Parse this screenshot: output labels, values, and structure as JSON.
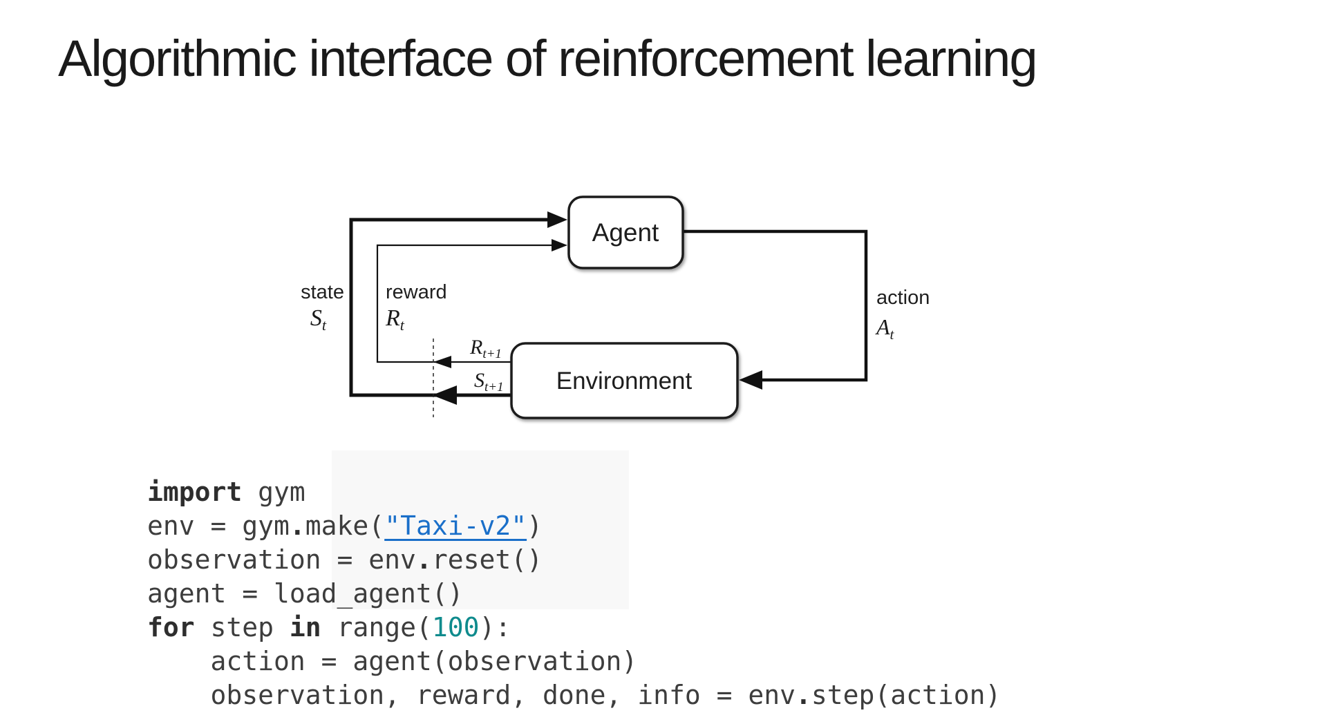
{
  "title": "Algorithmic interface of reinforcement learning",
  "theme": {
    "text_color": "#1a1a1a",
    "code_text_color": "#3d3d3d",
    "link_color": "#1a6fc9",
    "number_color": "#0f8b8d",
    "line_color": "#111111"
  },
  "diagram": {
    "agent_label": "Agent",
    "environment_label": "Environment",
    "labels": {
      "state": "state",
      "reward": "reward",
      "action": "action",
      "state_sym": {
        "base": "S",
        "sub": "t"
      },
      "reward_sym": {
        "base": "R",
        "sub": "t"
      },
      "action_sym": {
        "base": "A",
        "sub": "t"
      },
      "next_reward_sym": {
        "base": "R",
        "sub": "t+1"
      },
      "next_state_sym": {
        "base": "S",
        "sub": "t+1"
      }
    }
  },
  "code": {
    "lines": [
      {
        "tokens": [
          {
            "t": "import",
            "s": "kw"
          },
          {
            "t": " gym",
            "s": "p"
          }
        ]
      },
      {
        "tokens": [
          {
            "t": "env = gym",
            "s": "p"
          },
          {
            "t": ".",
            "s": "kw"
          },
          {
            "t": "make(",
            "s": "p"
          },
          {
            "t": "\"Taxi-v2\"",
            "s": "link"
          },
          {
            "t": ")",
            "s": "p"
          }
        ]
      },
      {
        "tokens": [
          {
            "t": "observation = env",
            "s": "p"
          },
          {
            "t": ".",
            "s": "kw"
          },
          {
            "t": "reset()",
            "s": "p"
          }
        ]
      },
      {
        "tokens": [
          {
            "t": "agent = load_agent()",
            "s": "p"
          }
        ]
      },
      {
        "tokens": [
          {
            "t": "for",
            "s": "kw"
          },
          {
            "t": " step ",
            "s": "p"
          },
          {
            "t": "in",
            "s": "kw"
          },
          {
            "t": " range(",
            "s": "p"
          },
          {
            "t": "100",
            "s": "num"
          },
          {
            "t": "):",
            "s": "p"
          }
        ]
      },
      {
        "tokens": [
          {
            "t": "    action = agent(observation)",
            "s": "p"
          }
        ]
      },
      {
        "tokens": [
          {
            "t": "    observation, reward, done, info = env",
            "s": "p"
          },
          {
            "t": ".",
            "s": "kw"
          },
          {
            "t": "step(action)",
            "s": "p"
          }
        ]
      }
    ]
  }
}
